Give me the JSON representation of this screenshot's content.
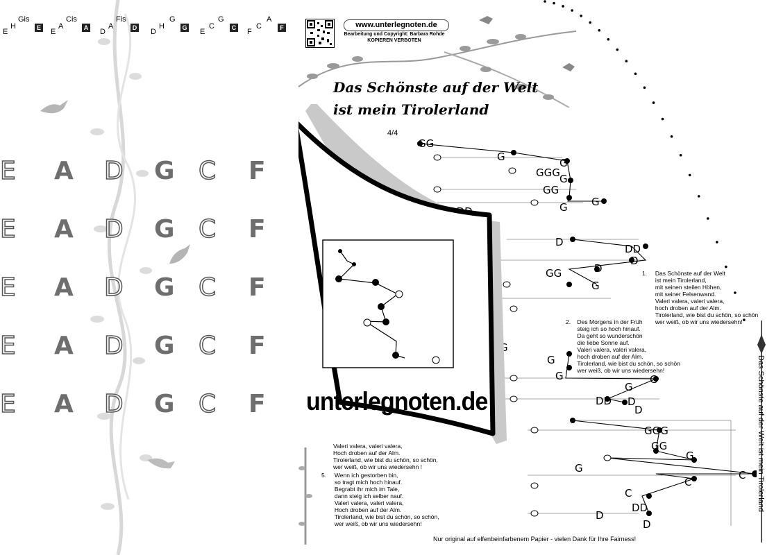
{
  "chord_legend": {
    "items": [
      {
        "base": "E",
        "sup": "H",
        "top": "Gis",
        "box": "E"
      },
      {
        "base": "E",
        "sup": "A",
        "top": "Cis",
        "box": "A"
      },
      {
        "base": "D",
        "sup": "A",
        "top": "Fis",
        "box": "D"
      },
      {
        "base": "D",
        "sup": "H",
        "top": "G",
        "box": "G"
      },
      {
        "base": "E",
        "sup": "C",
        "top": "G",
        "box": "C"
      },
      {
        "base": "F",
        "sup": "C",
        "top": "A",
        "box": "F"
      }
    ]
  },
  "big_letters": [
    "E",
    "A",
    "D",
    "G",
    "C",
    "F"
  ],
  "header": {
    "url": "www.unterlegnoten.de",
    "copyright": "Bearbeitung und Copyright: Barbara Rohde",
    "warning": "KOPIEREN VERBOTEN"
  },
  "title": {
    "line1": "Das Schönste auf der Welt",
    "line2": "ist mein Tirolerland"
  },
  "card": {
    "label": "unterlegnoten.de"
  },
  "tempo": "4/4",
  "notes": [
    {
      "t": "GG"
    },
    {
      "t": "G"
    },
    {
      "t": "G"
    },
    {
      "t": "GGG"
    },
    {
      "t": "G"
    },
    {
      "t": "GG"
    },
    {
      "t": "G"
    },
    {
      "t": "DDD"
    },
    {
      "t": "G"
    },
    {
      "t": "D"
    },
    {
      "t": "DD"
    },
    {
      "t": "D"
    },
    {
      "t": "GG"
    },
    {
      "t": "D"
    },
    {
      "t": "G"
    },
    {
      "t": "G"
    },
    {
      "t": "G"
    },
    {
      "t": "G"
    },
    {
      "t": "G"
    },
    {
      "t": "G"
    },
    {
      "t": "DD"
    },
    {
      "t": "D"
    },
    {
      "t": "D"
    },
    {
      "t": "GGG"
    },
    {
      "t": "GG"
    },
    {
      "t": "G"
    },
    {
      "t": "G"
    },
    {
      "t": "C"
    },
    {
      "t": "C"
    },
    {
      "t": "C"
    },
    {
      "t": "DD"
    },
    {
      "t": "D"
    },
    {
      "t": "D"
    },
    {
      "t": "GGG"
    }
  ],
  "verses": {
    "v1": "1.     Das Schönste auf der Welt\n        ist mein Tirolerland,\n        mit seinen steilen Höhen,\n        mit seiner Felsenwand.\n        Valeri valera, valeri valera,\n        hoch droben auf der Alm.\n        Tirolerland, wie bist du schön, so schön\n        wer weiß, ob wir uns wiedersehn!",
    "v2": "2.    Des Morgens in der Früh\n       steig ich so hoch hinauf.\n       Da geht so wunderschön\n       die liebe Sonne auf.\n       Valeri valera, valeri valera,\n       hoch droben auf der Alm.\n       Tirolerland, wie bist du schön, so schön\n       wer weiß, ob wir uns wiedersehn!",
    "v4_tail": "Valeri valera, valeri valera,\nHoch droben auf der Alm.\nTirolerland, wie bist du schön, so schön,\nwer weiß, ob wir uns wiedersehn !",
    "v5": "5.     Wenn ich gestorben bin,\n        so tragt mich hoch hinauf.\n        Begrabt ihr mich im Tale,\n        dann steig ich selber nauf.\n        Valeri valera, valeri valera,\n        Hoch droben auf der Alm.\n        Tirolerland, wie bist du schön, so schön,\n        wer weiß, ob wir uns wiedersehn!"
  },
  "vertical_title": "Das Schönste auf der Welt ist mein Tirolerland",
  "footer": "Nur original auf elfenbeinfarbenem Papier - vielen Dank für Ihre Fairness!"
}
